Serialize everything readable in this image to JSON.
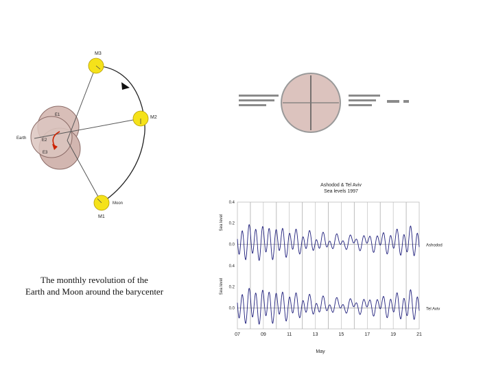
{
  "orbit_diagram": {
    "labels": {
      "m3": "M3",
      "m2": "M2",
      "m1": "M1",
      "moon": "Moon",
      "earth": "Earth",
      "e1": "E1",
      "e2": "E2",
      "e3": "E3"
    },
    "colors": {
      "moon": "#f5e21a",
      "earth": "#d8beb8",
      "arrow": "#cc2200"
    }
  },
  "caption": {
    "line1": "The monthly revolution of the",
    "line2": "Earth and Moon around the barycenter"
  },
  "tide_chart": {
    "title": "Ashodod & Tel Aviv",
    "subtitle": "Sea levels  1997",
    "xlabel": "May",
    "colors": {
      "line": "#1c1c7a"
    },
    "chart_data": {
      "type": "line",
      "x_ticks": [
        "07",
        "09",
        "11",
        "13",
        "15",
        "17",
        "19",
        "21"
      ],
      "xlim": [
        7,
        21
      ],
      "panels": [
        {
          "name": "Ashodod",
          "ylabel": "Sea level",
          "y_ticks": [
            "0.4",
            "0.2",
            "0.0"
          ],
          "ylim": [
            -0.2,
            0.4
          ]
        },
        {
          "name": "Tel Aviv",
          "ylabel": "Sea level",
          "y_ticks": [
            "0.4",
            "0.2",
            "0.0"
          ],
          "ylim": [
            -0.2,
            0.4
          ]
        }
      ]
    }
  }
}
